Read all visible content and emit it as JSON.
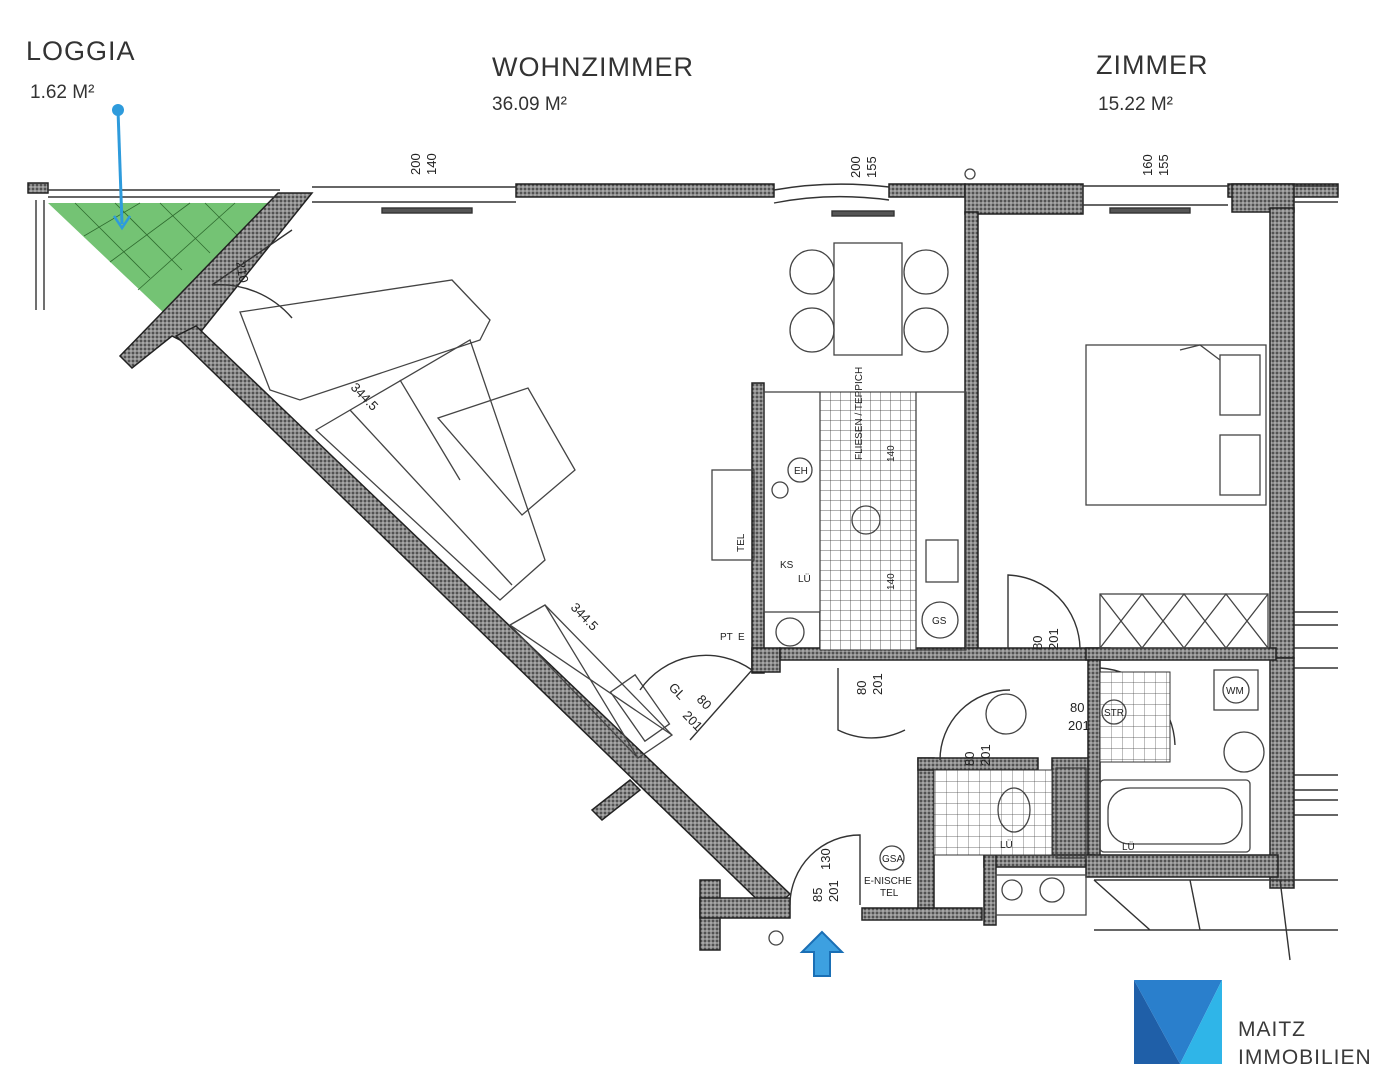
{
  "rooms": {
    "loggia": {
      "name": "LOGGIA",
      "area": "1.62 M²"
    },
    "living": {
      "name": "WOHNZIMMER",
      "area": "36.09 M²"
    },
    "bedroom": {
      "name": "ZIMMER",
      "area": "15.22 M²"
    }
  },
  "labels": {
    "win1_a": "200",
    "win1_b": "140",
    "win2_a": "200",
    "win2_b": "155",
    "win3_a": "160",
    "win3_b": "155",
    "loggia_door": "210",
    "sofa_dim": "344.5",
    "wall_dim": "344.5",
    "floor_note": "FLIESEN / TEPPICH",
    "kitchen_140a": "140",
    "kitchen_140b": "140",
    "ks": "KS",
    "lu": "LÜ",
    "gs": "GS",
    "eh": "EH",
    "tel": "TEL",
    "pt": "PT",
    "e": "E",
    "gl_door_a": "GL",
    "gl_door_b": "80",
    "gl_door_c": "201",
    "hall_door_a": "80",
    "hall_door_b": "201",
    "bed_door_a": "80",
    "bed_door_b": "201",
    "bath_door_a": "80",
    "bath_door_b": "201",
    "wc_door_a": "80",
    "wc_door_b": "201",
    "entry_door_a": "85",
    "entry_door_b": "201",
    "entry_door_c": "130",
    "str": "STR",
    "wm": "WM",
    "gsa": "GSA",
    "enische": "E-NISCHE",
    "tel2": "TEL",
    "lu_wc": "LÜ",
    "lu_bath": "LÜ"
  },
  "brand": {
    "line1": "MAITZ",
    "line2": "IMMOBILIEN"
  },
  "colors": {
    "loggia_fill": "#5cb85c",
    "marker": "#2e9bdc",
    "logo_dark": "#1f5fa8",
    "logo_light": "#2fb5e8"
  },
  "icons": {
    "loggia_marker": "location-pin-arrow-icon",
    "entrance": "entrance-arrow-icon",
    "logo": "maitz-logo-icon"
  }
}
